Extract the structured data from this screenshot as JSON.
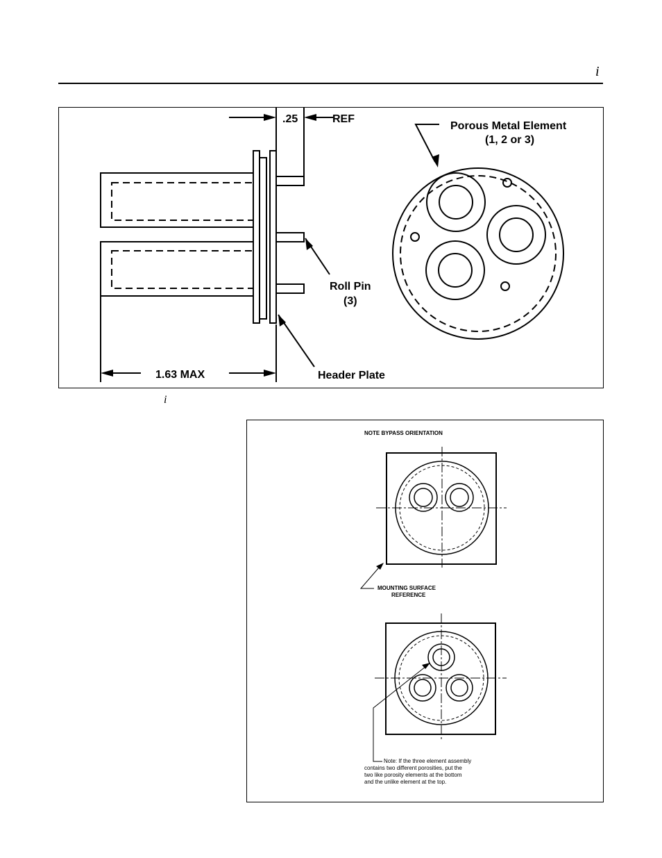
{
  "page": {
    "header_mark": "i",
    "caption_mark": "i"
  },
  "figure1": {
    "dim_ref_value": ".25",
    "dim_ref_suffix": "REF",
    "dim_length": "1.63 MAX",
    "label_porous_line1": "Porous Metal Element",
    "label_porous_line2": "(1, 2 or 3)",
    "label_roll_pin_line1": "Roll Pin",
    "label_roll_pin_line2": "(3)",
    "label_header_plate": "Header Plate"
  },
  "figure2": {
    "title": "NOTE BYPASS ORIENTATION",
    "mounting_line1": "MOUNTING SURFACE",
    "mounting_line2": "REFERENCE",
    "note_lines": [
      "Note: If the three element assembly",
      "contains two different porosities, put the",
      "two like porosity elements at the bottom",
      "and the unlike element at the top."
    ]
  }
}
